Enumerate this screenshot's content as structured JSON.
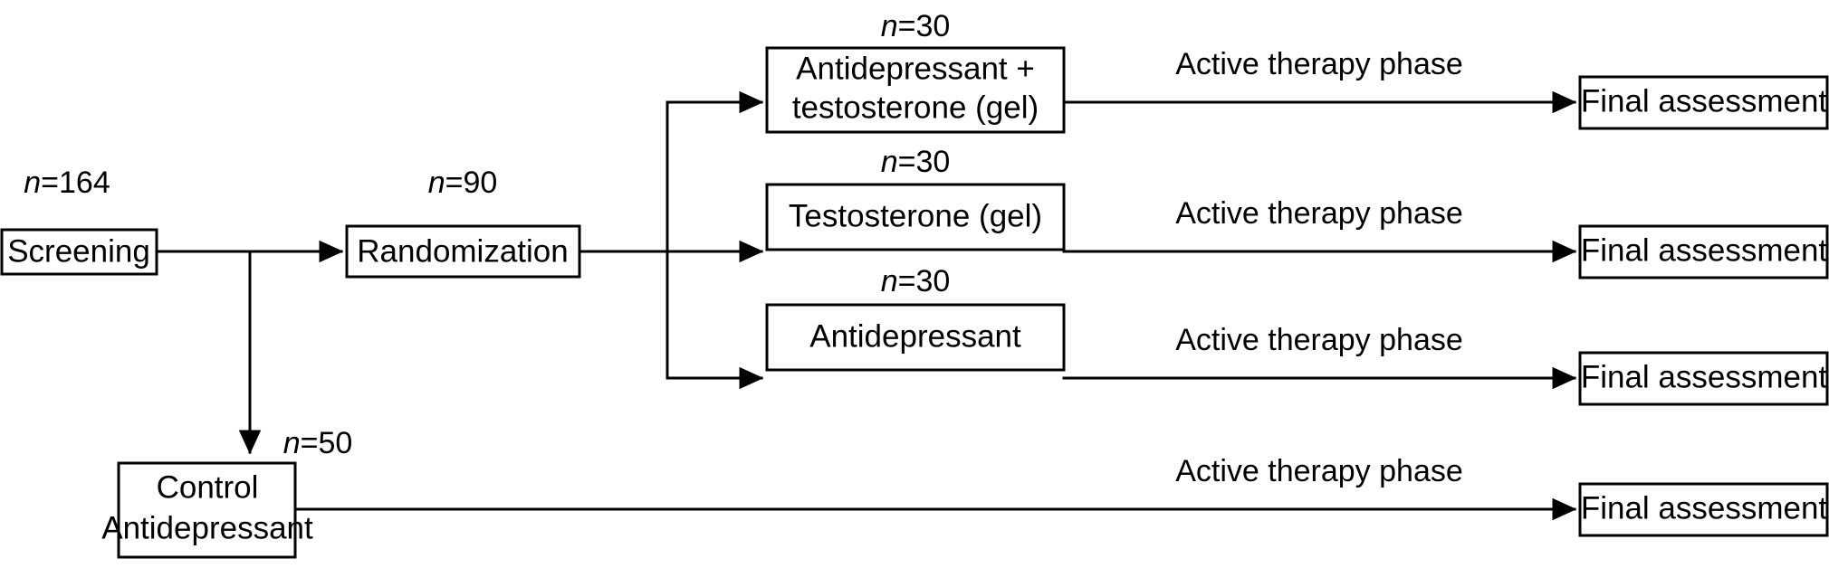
{
  "diagram": {
    "title": "Study design flowchart",
    "type": "flowchart",
    "background_color": "#ffffff",
    "line_color": "#000000",
    "text_color": "#000000"
  },
  "nodes": {
    "screening": {
      "label": "Screening",
      "n_prefix": "n",
      "n_value": "=164"
    },
    "randomization": {
      "label": "Randomization",
      "n_prefix": "n",
      "n_value": "=90"
    },
    "arm1": {
      "label_line1": "Antidepressant +",
      "label_line2": "testosterone (gel)",
      "n_prefix": "n",
      "n_value": "=30"
    },
    "arm2": {
      "label_line1": "Testosterone (gel)",
      "n_prefix": "n",
      "n_value": "=30"
    },
    "arm3": {
      "label_line1": "Antidepressant",
      "n_prefix": "n",
      "n_value": "=30"
    },
    "control": {
      "label_line1": "Control",
      "label_line2": "Antidepressant",
      "n_prefix": "n",
      "n_value": "=50"
    },
    "final1": {
      "label": "Final assessment"
    },
    "final2": {
      "label": "Final assessment"
    },
    "final3": {
      "label": "Final assessment"
    },
    "final4": {
      "label": "Final assessment"
    }
  },
  "edges": {
    "phase1": {
      "label": "Active therapy phase"
    },
    "phase2": {
      "label": "Active therapy phase"
    },
    "phase3": {
      "label": "Active therapy phase"
    },
    "phase4": {
      "label": "Active therapy phase"
    }
  }
}
